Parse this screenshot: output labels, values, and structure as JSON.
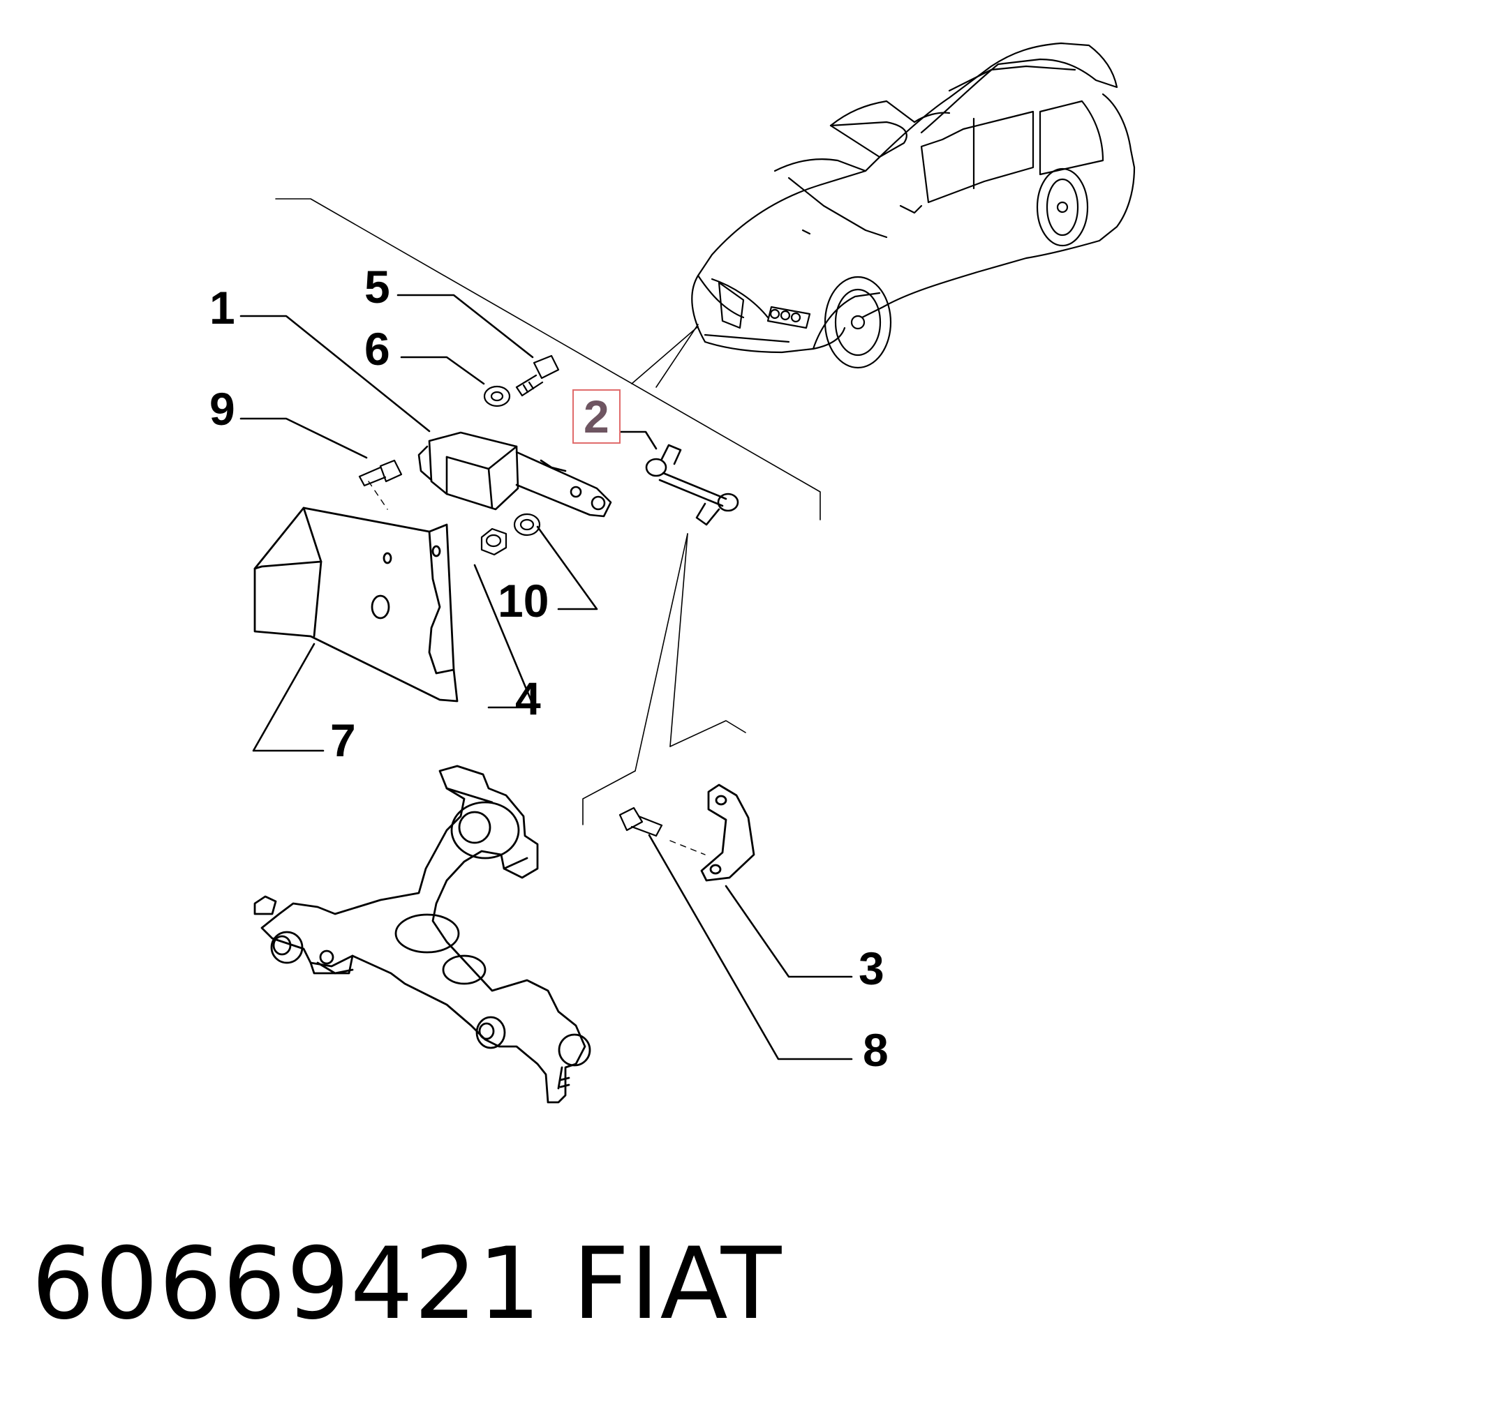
{
  "callouts": {
    "c1": "1",
    "c2": "2",
    "c3": "3",
    "c4": "4",
    "c5": "5",
    "c6": "6",
    "c7": "7",
    "c8": "8",
    "c9": "9",
    "c10": "10"
  },
  "caption": {
    "part_number": "60669421",
    "brand": "FIAT"
  },
  "colors": {
    "line": "#000000",
    "highlight_border": "#e06b6b",
    "highlight_text": "#6e5561"
  }
}
